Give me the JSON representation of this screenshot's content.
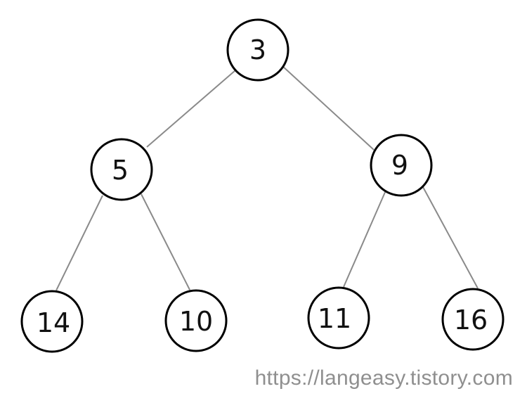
{
  "tree": {
    "nodes": [
      {
        "id": "root",
        "label": "3"
      },
      {
        "id": "left",
        "label": "5"
      },
      {
        "id": "right",
        "label": "9"
      },
      {
        "id": "left-left",
        "label": "14"
      },
      {
        "id": "left-right",
        "label": "10"
      },
      {
        "id": "right-left",
        "label": "11"
      },
      {
        "id": "right-right",
        "label": "16"
      }
    ],
    "edges": [
      {
        "from": "root",
        "to": "left"
      },
      {
        "from": "root",
        "to": "right"
      },
      {
        "from": "left",
        "to": "left-left"
      },
      {
        "from": "left",
        "to": "left-right"
      },
      {
        "from": "right",
        "to": "right-left"
      },
      {
        "from": "right",
        "to": "right-right"
      }
    ]
  },
  "watermark": {
    "text": "https://langeasy.tistory.com"
  },
  "colors": {
    "edge": "#8a8a8a",
    "node_stroke": "#000000",
    "watermark": "#8f8f8f"
  }
}
